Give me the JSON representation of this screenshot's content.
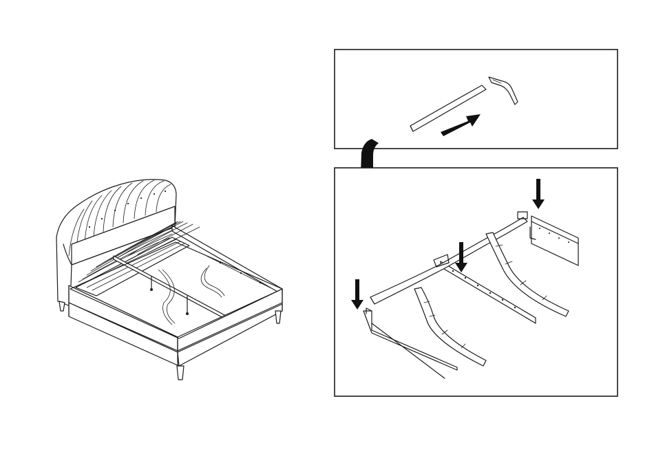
{
  "diagram": {
    "illustrations": [
      "bed-frame-overview",
      "slat-insertion-detail",
      "slat-placement-detail"
    ],
    "colors": {
      "stroke": "#1a1a1a",
      "fill": "#ffffff",
      "arrow": "#111111"
    },
    "icons": [
      "arrow-right-icon",
      "arrow-down-icon"
    ]
  }
}
